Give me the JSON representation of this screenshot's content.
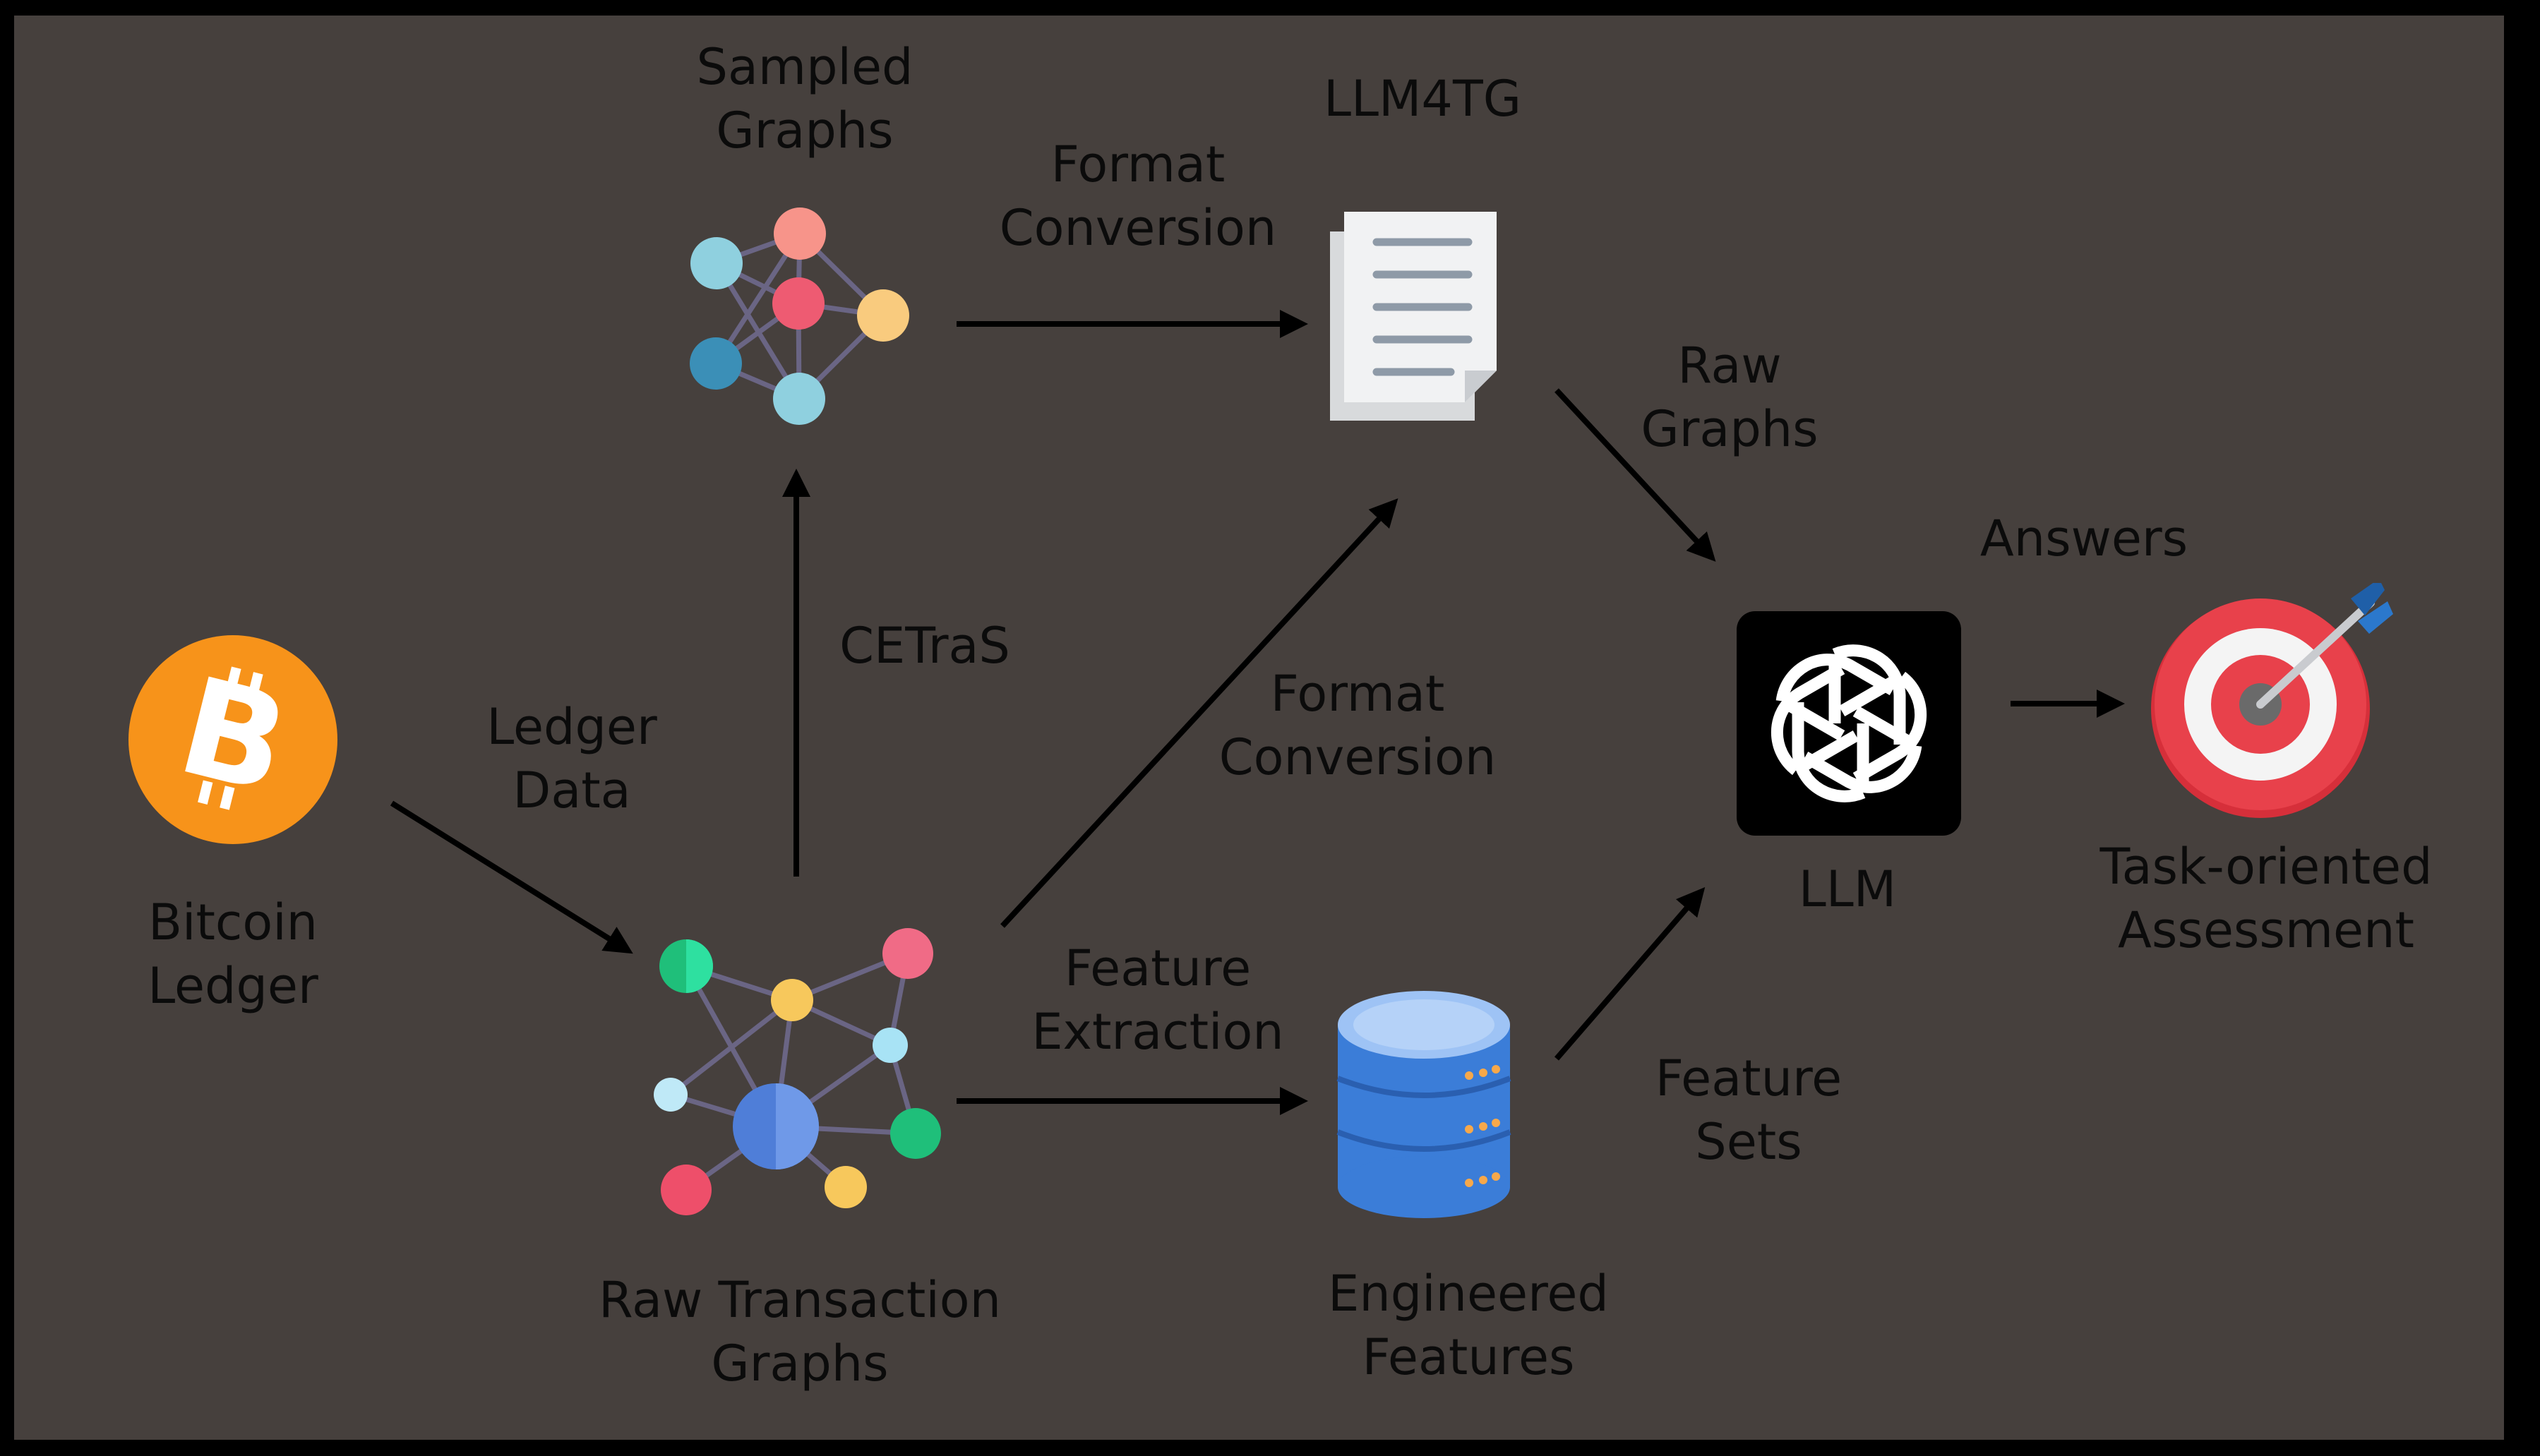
{
  "title": "LLM4TG",
  "nodes": {
    "bitcoin_ledger": [
      "Bitcoin",
      "Ledger"
    ],
    "raw_transaction_graphs": [
      "Raw Transaction",
      "Graphs"
    ],
    "sampled_graphs": [
      "Sampled",
      "Graphs"
    ],
    "engineered_features": [
      "Engineered",
      "Features"
    ],
    "llm": [
      "LLM"
    ],
    "task_assessment": [
      "Task-oriented",
      "Assessment"
    ]
  },
  "edges": {
    "ledger_data": [
      "Ledger",
      "Data"
    ],
    "cetras": [
      "CETraS"
    ],
    "format_conversion_top": [
      "Format",
      "Conversion"
    ],
    "format_conversion_diag": [
      "Format",
      "Conversion"
    ],
    "feature_extraction": [
      "Feature",
      "Extraction"
    ],
    "raw_graphs": [
      "Raw",
      "Graphs"
    ],
    "feature_sets": [
      "Feature",
      "Sets"
    ],
    "answers": [
      "Answers"
    ]
  },
  "icons": {
    "bitcoin": "bitcoin-icon",
    "raw_graph": "network-graph-icon",
    "sampled_graph": "sampled-graph-icon",
    "document": "document-icon",
    "database": "database-icon",
    "llm": "openai-logo-icon",
    "target": "target-icon"
  },
  "colors": {
    "background": "#46403d",
    "frame": "#000000",
    "text": "#0b0b0b",
    "bitcoin": "#f7931a",
    "database": "#3b7dd8",
    "target_red": "#e23b45"
  }
}
